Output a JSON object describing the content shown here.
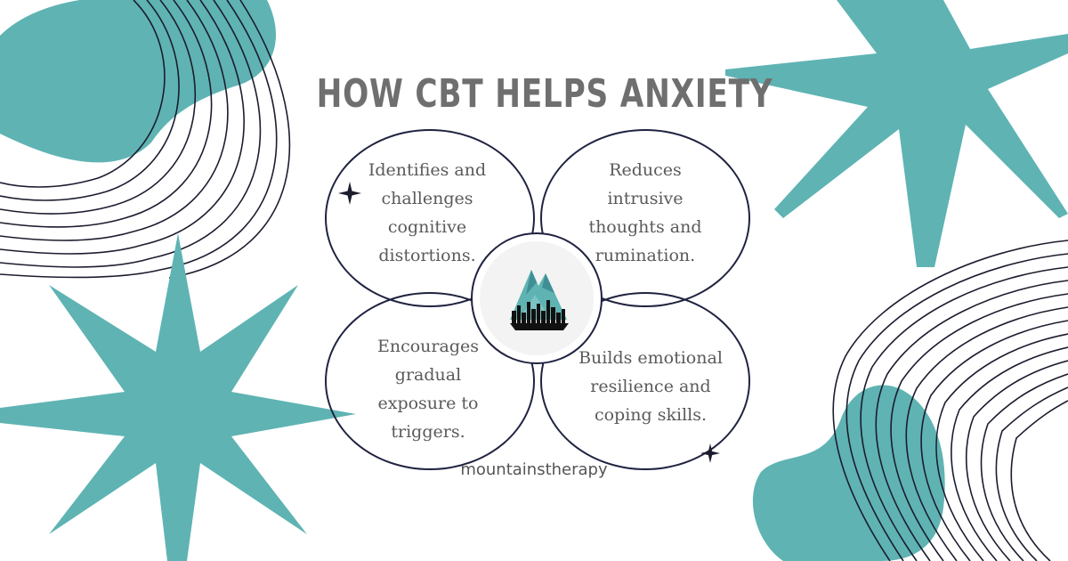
{
  "title": "HOW CBT HELPS ANXIETY",
  "benefits": [
    {
      "text": "Identifies and challenges cognitive distortions."
    },
    {
      "text": "Reduces intrusive thoughts and rumination."
    },
    {
      "text": "Encourages gradual exposure to triggers."
    },
    {
      "text": "Builds emotional resilience and coping skills."
    }
  ],
  "handle": "mountainstherapy",
  "colors": {
    "teal": "#5fb3b3",
    "outline": "#1f2340",
    "title": "#6f6f6f",
    "text": "#5a5a5a"
  },
  "icons": [
    "mountain-city-logo-icon",
    "sparkle-icon"
  ]
}
